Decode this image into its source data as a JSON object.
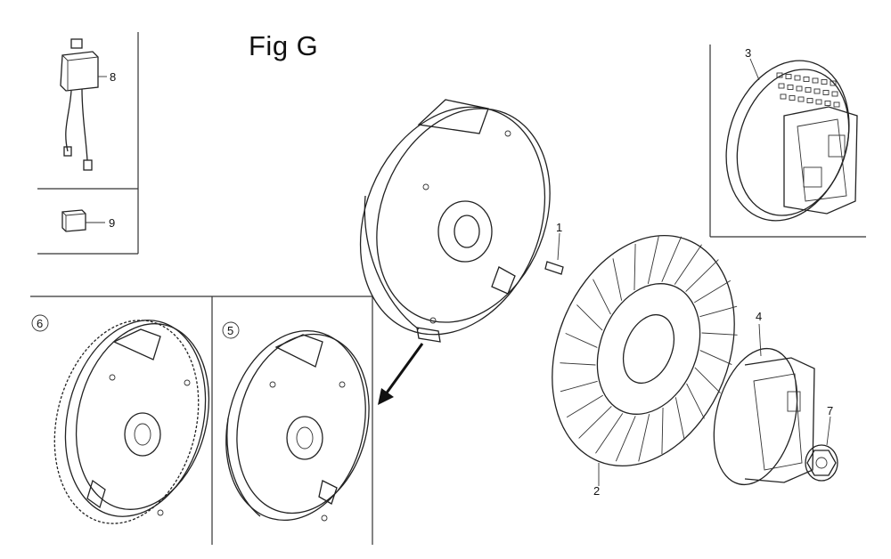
{
  "figure": {
    "title": "Fig G"
  },
  "callouts": [
    {
      "id": "1",
      "label": "1"
    },
    {
      "id": "2",
      "label": "2"
    },
    {
      "id": "3",
      "label": "3"
    },
    {
      "id": "4",
      "label": "4"
    },
    {
      "id": "5",
      "label": "5"
    },
    {
      "id": "6",
      "label": "6"
    },
    {
      "id": "7",
      "label": "7"
    },
    {
      "id": "8",
      "label": "8"
    },
    {
      "id": "9",
      "label": "9"
    }
  ]
}
